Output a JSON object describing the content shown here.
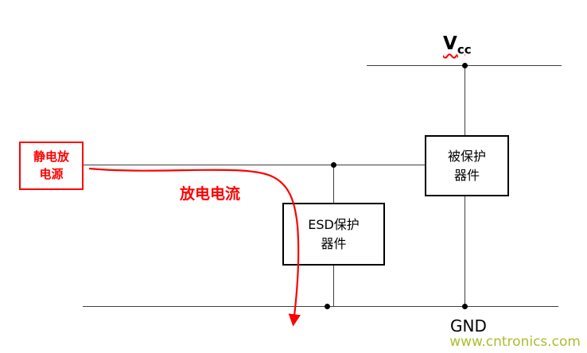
{
  "labels": {
    "vcc_base": "V",
    "vcc_sub": "cc",
    "gnd": "GND",
    "discharge_current": "放电电流",
    "watermark": "www.cntronics.com"
  },
  "boxes": {
    "esd_source": {
      "line1": "静电放",
      "line2": "电源"
    },
    "protected_device": {
      "line1": "被保护",
      "line2": "器件"
    },
    "esd_protector": {
      "line1": "ESD保护",
      "line2": "器件"
    }
  },
  "colors": {
    "wire": "#3f3f3f",
    "box_border": "#000000",
    "esd_source": "#ff0000",
    "current_arrow": "#ff0000",
    "watermark": "#aebd2e"
  }
}
